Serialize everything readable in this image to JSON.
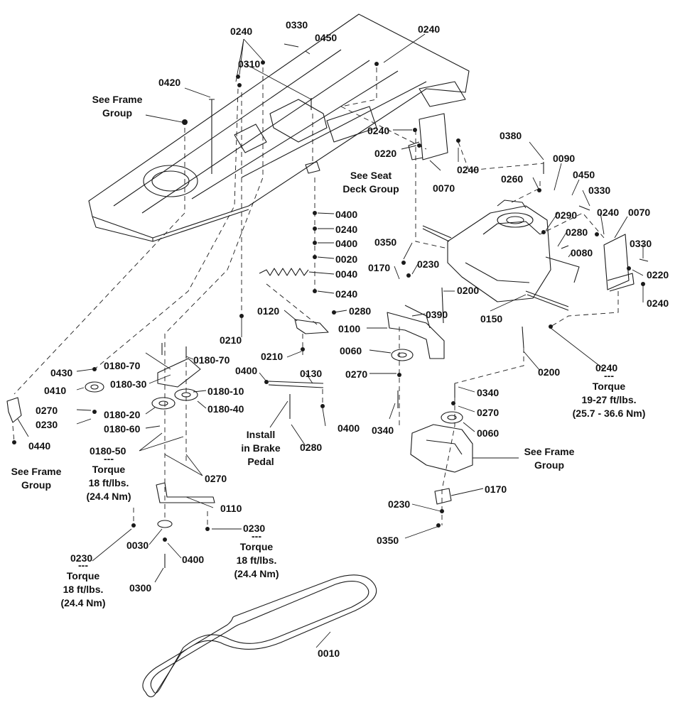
{
  "part_labels": {
    "p0240_a": "0240",
    "p0330_a": "0330",
    "p0450_a": "0450",
    "p0240_b": "0240",
    "p0310": "0310",
    "p0420": "0420",
    "p0240_c": "0240",
    "p0220_a": "0220",
    "p0240_d": "0240",
    "p0070_a": "0070",
    "p0380": "0380",
    "p0090": "0090",
    "p0260": "0260",
    "p0450_b": "0450",
    "p0330_b": "0330",
    "p0240_e": "0240",
    "p0070_b": "0070",
    "p0290": "0290",
    "p0280_a": "0280",
    "p0330_c": "0330",
    "p0080": "0080",
    "p0220_b": "0220",
    "p0240_f": "0240",
    "p0400_a": "0400",
    "p0240_g": "0240",
    "p0400_b": "0400",
    "p0020": "0020",
    "p0040": "0040",
    "p0240_h": "0240",
    "p0350_a": "0350",
    "p0230_a": "0230",
    "p0170_a": "0170",
    "p0200_a": "0200",
    "p0150": "0150",
    "p0390": "0390",
    "p0100": "0100",
    "p0120": "0120",
    "p0280_b": "0280",
    "p0210_a": "0210",
    "p0210_b": "0210",
    "p0060_a": "0060",
    "p0200_b": "0200",
    "p0240_i": "0240",
    "p0270_a": "0270",
    "p0180_70_a": "0180-70",
    "p0180_70_b": "0180-70",
    "p0430": "0430",
    "p0180_30": "0180-30",
    "p0410": "0410",
    "p0180_10": "0180-10",
    "p0180_40": "0180-40",
    "p0270_b": "0270",
    "p0180_20": "0180-20",
    "p0230_b": "0230",
    "p0180_60": "0180-60",
    "p0400_c": "0400",
    "p0130": "0130",
    "p0400_d": "0400",
    "p0440": "0440",
    "p0280_c": "0280",
    "p0340_a": "0340",
    "p0340_b": "0340",
    "p0270_c": "0270",
    "p0060_b": "0060",
    "p0180_50": "0180-50",
    "p0270_d": "0270",
    "p0110": "0110",
    "p0170_b": "0170",
    "p0230_c": "0230",
    "p0350_b": "0350",
    "p0230_d": "0230",
    "p0230_e": "0230",
    "p0030": "0030",
    "p0400_e": "0400",
    "p0300": "0300",
    "p0010": "0010"
  },
  "notes": {
    "see_frame_top": [
      "See Frame",
      "Group"
    ],
    "see_seat_deck": [
      "See Seat",
      "Deck Group"
    ],
    "see_frame_left": [
      "See Frame",
      "Group"
    ],
    "see_frame_right": [
      "See Frame",
      "Group"
    ],
    "install_brake": [
      "Install",
      "in Brake",
      "Pedal"
    ],
    "torque_0240": [
      "---",
      "Torque",
      "19-27 ft/lbs.",
      "(25.7 - 36.6 Nm)"
    ],
    "torque_0180_50": [
      "---",
      "Torque",
      "18 ft/lbs.",
      "(24.4 Nm)"
    ],
    "torque_0230_right": [
      "---",
      "Torque",
      "18 ft/lbs.",
      "(24.4 Nm)"
    ],
    "torque_0230_left": [
      "---",
      "Torque",
      "18 ft/lbs.",
      "(24.4 Nm)"
    ]
  },
  "colors": {
    "line": "#1a1a1a",
    "ink": "#111111",
    "background": "#ffffff"
  }
}
